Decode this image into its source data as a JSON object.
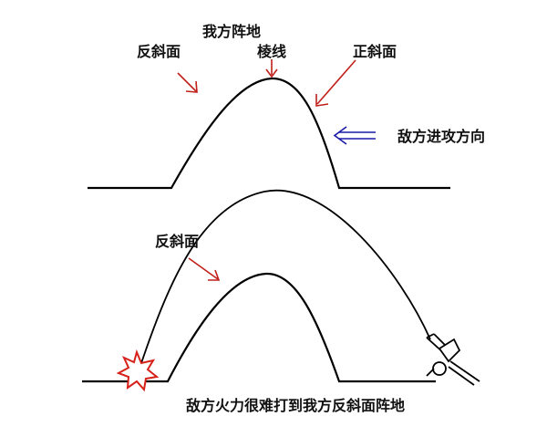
{
  "labels": {
    "our_position": "我方阵地",
    "reverse_slope_top": "反斜面",
    "ridge_line": "棱线",
    "forward_slope": "正斜面",
    "enemy_attack_direction": "敌方进攻方向",
    "reverse_slope_bottom": "反斜面",
    "caption": "敌方火力很难打到我方反斜面阵地"
  },
  "colors": {
    "line": "#000000",
    "arrow_red": "#c0201a",
    "arrow_blue": "#1a1aa8",
    "explosion": "#d62018",
    "background": "#ffffff"
  }
}
